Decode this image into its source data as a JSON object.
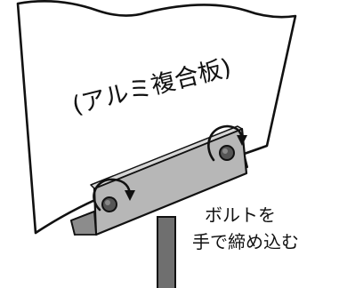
{
  "diagram": {
    "panel_label": "(アルミ複合板)",
    "instruction_line1": "ボルトを",
    "instruction_line2": "手で締め込む"
  }
}
